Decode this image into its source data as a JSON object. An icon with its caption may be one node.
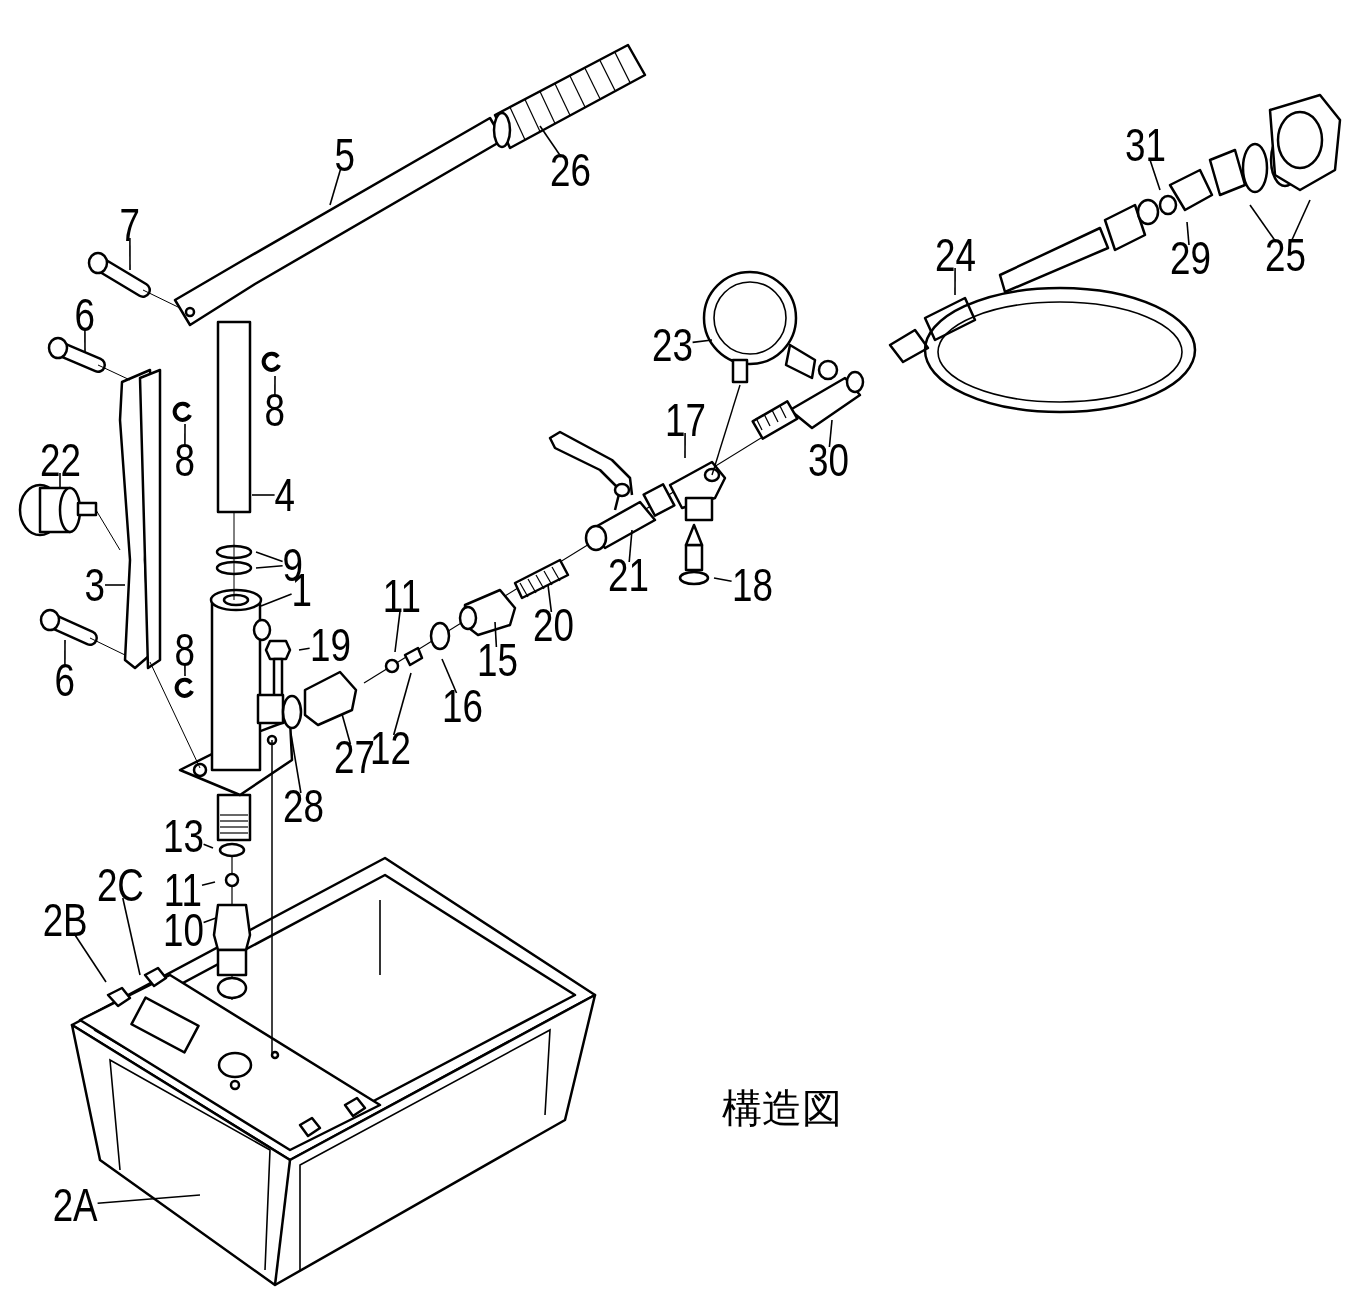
{
  "diagram": {
    "nodes": [
      {
        "text": [
          "5"
        ]
      },
      {
        "text": [
          "26"
        ]
      },
      {
        "text": [
          "7"
        ]
      },
      {
        "text": [
          "6"
        ]
      },
      {
        "text": [
          "8"
        ]
      },
      {
        "text": [
          "8"
        ]
      },
      {
        "text": [
          "22"
        ]
      },
      {
        "text": [
          "4"
        ]
      },
      {
        "text": [
          "9"
        ]
      },
      {
        "text": [
          "3"
        ]
      },
      {
        "text": [
          "1"
        ]
      },
      {
        "text": [
          "19"
        ]
      },
      {
        "text": [
          "11"
        ]
      },
      {
        "text": [
          "6"
        ]
      },
      {
        "text": [
          "8"
        ]
      },
      {
        "text": [
          "12"
        ]
      },
      {
        "text": [
          "16"
        ]
      },
      {
        "text": [
          "15"
        ]
      },
      {
        "text": [
          "20"
        ]
      },
      {
        "text": [
          "21"
        ]
      },
      {
        "text": [
          "17"
        ]
      },
      {
        "text": [
          "18"
        ]
      },
      {
        "text": [
          "23"
        ]
      },
      {
        "text": [
          "30"
        ]
      },
      {
        "text": [
          "24"
        ]
      },
      {
        "text": [
          "31"
        ]
      },
      {
        "text": [
          "29"
        ]
      },
      {
        "text": [
          "25"
        ]
      },
      {
        "text": [
          "27"
        ]
      },
      {
        "text": [
          "28"
        ]
      },
      {
        "text": [
          "13"
        ]
      },
      {
        "text": [
          "11"
        ]
      },
      {
        "text": [
          "10"
        ]
      },
      {
        "text": [
          "2B"
        ]
      },
      {
        "text": [
          "2C"
        ]
      },
      {
        "text": [
          "2A"
        ]
      }
    ],
    "edges": [
      {
        "from": 0,
        "to": null,
        "arrow": "none"
      },
      {
        "from": 1,
        "to": null,
        "arrow": "none"
      },
      {
        "from": 2,
        "to": null,
        "arrow": "none"
      },
      {
        "from": 3,
        "to": null,
        "arrow": "none"
      },
      {
        "from": 4,
        "to": null,
        "arrow": "none"
      },
      {
        "from": 5,
        "to": null,
        "arrow": "none"
      },
      {
        "from": 6,
        "to": null,
        "arrow": "none"
      },
      {
        "from": 7,
        "to": null,
        "arrow": "none"
      },
      {
        "from": 8,
        "to": null,
        "arrow": "none"
      },
      {
        "from": 8,
        "to": null,
        "arrow": "none"
      },
      {
        "from": 9,
        "to": null,
        "arrow": "none"
      },
      {
        "from": 10,
        "to": null,
        "arrow": "none"
      },
      {
        "from": 11,
        "to": null,
        "arrow": "none"
      },
      {
        "from": 12,
        "to": null,
        "arrow": "none"
      },
      {
        "from": 13,
        "to": null,
        "arrow": "none"
      },
      {
        "from": 14,
        "to": null,
        "arrow": "none"
      },
      {
        "from": 15,
        "to": null,
        "arrow": "none"
      },
      {
        "from": 16,
        "to": null,
        "arrow": "none"
      },
      {
        "from": 17,
        "to": null,
        "arrow": "none"
      },
      {
        "from": 18,
        "to": null,
        "arrow": "none"
      },
      {
        "from": 19,
        "to": null,
        "arrow": "none"
      },
      {
        "from": 20,
        "to": null,
        "arrow": "none"
      },
      {
        "from": 21,
        "to": null,
        "arrow": "none"
      },
      {
        "from": 22,
        "to": null,
        "arrow": "none"
      },
      {
        "from": 23,
        "to": null,
        "arrow": "none"
      },
      {
        "from": 24,
        "to": null,
        "arrow": "none"
      },
      {
        "from": 25,
        "to": null,
        "arrow": "none"
      },
      {
        "from": 26,
        "to": null,
        "arrow": "none"
      },
      {
        "from": 27,
        "to": null,
        "arrow": "none"
      },
      {
        "from": 27,
        "to": null,
        "arrow": "none"
      },
      {
        "from": 28,
        "to": null,
        "arrow": "none"
      },
      {
        "from": 29,
        "to": null,
        "arrow": "none"
      },
      {
        "from": 30,
        "to": null,
        "arrow": "none"
      },
      {
        "from": 31,
        "to": null,
        "arrow": "none"
      },
      {
        "from": 32,
        "to": null,
        "arrow": "none"
      },
      {
        "from": 33,
        "to": null,
        "arrow": "none"
      },
      {
        "from": 34,
        "to": null,
        "arrow": "none"
      },
      {
        "from": 35,
        "to": null,
        "arrow": "none"
      }
    ],
    "labels": [
      "構造図"
    ]
  }
}
